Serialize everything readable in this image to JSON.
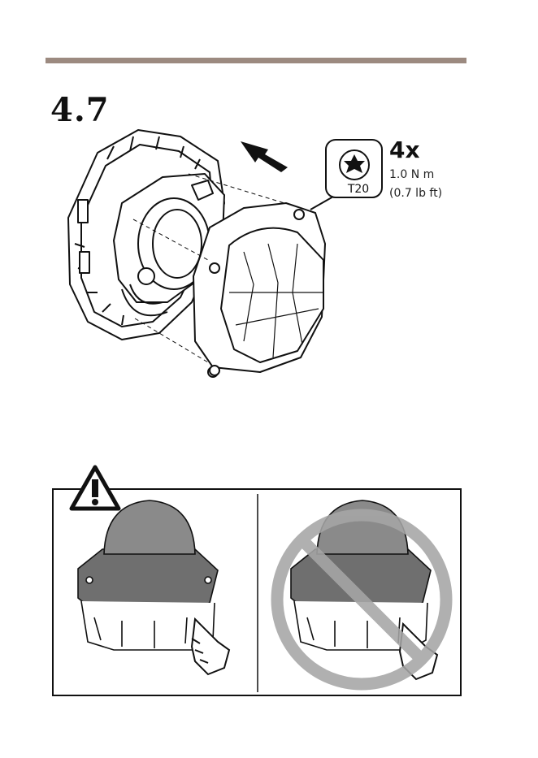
{
  "header": {
    "rule_color": "#9c8a80"
  },
  "step": {
    "number": "4.7"
  },
  "tool": {
    "icon": "torx-bit-icon",
    "bit_label": "T20",
    "quantity": "4x",
    "torque_metric": "1.0 N m",
    "torque_imperial": "(0.7 lb ft)"
  },
  "warning": {
    "icon": "warning-triangle-icon",
    "correct_icon": "hand-press-icon",
    "incorrect_icon": "prohibited-icon",
    "prohibited_color": "#a6a6a6"
  }
}
